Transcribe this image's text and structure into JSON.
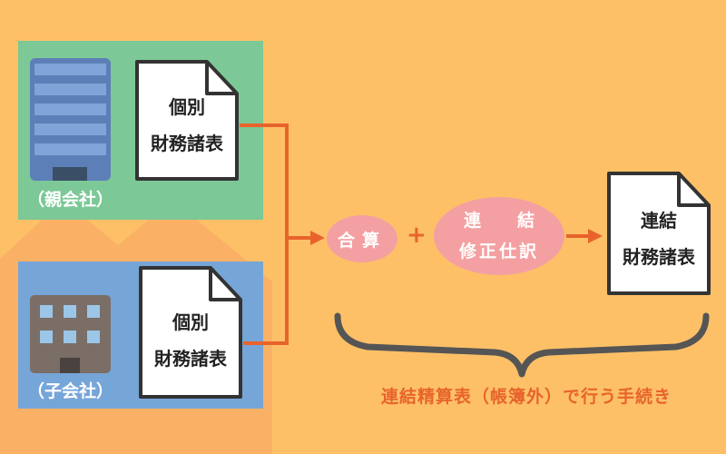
{
  "parent_company": {
    "caption": "（親会社）",
    "document": {
      "line1": "個別",
      "line2": "財務諸表"
    }
  },
  "subsidiary": {
    "caption": "（子会社）",
    "document": {
      "line1": "個別",
      "line2": "財務諸表"
    }
  },
  "process": {
    "aggregation": "合算",
    "plus": "+",
    "adjustment": {
      "line1": "連結",
      "line2": "修正仕訳"
    }
  },
  "result_document": {
    "line1": "連結",
    "line2": "財務諸表"
  },
  "procedure_label": "連結精算表（帳簿外）で行う手続き",
  "colors": {
    "background": "#FDC067",
    "parent_panel": "#7CC896",
    "child_panel": "#76A5D8",
    "arrow": "#E8632C",
    "bubble": "#F4A0A2",
    "brace": "#555555"
  }
}
